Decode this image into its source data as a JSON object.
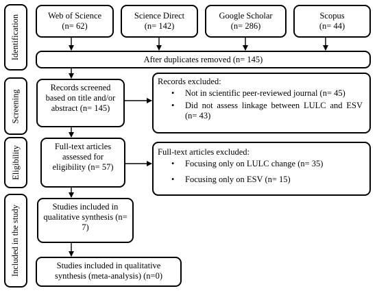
{
  "stages": {
    "identification": "Identification",
    "screening": "Screening",
    "eligibility": "Eligibility",
    "included": "Included in the study"
  },
  "sources": [
    {
      "name": "Web of Science",
      "count": "(n= 62)"
    },
    {
      "name": "Science Direct",
      "count": "(n= 142)"
    },
    {
      "name": "Google Scholar",
      "count": "(n= 286)"
    },
    {
      "name": "Scopus",
      "count": "(n= 44)"
    }
  ],
  "dedup": "After duplicates removed (n= 145)",
  "screened": "Records screened based on title and/or abstract (n= 145)",
  "excluded_records": {
    "title": "Records excluded:",
    "items": [
      "Not in scientific peer-reviewed journal (n= 45)",
      "Did not assess linkage between LULC and ESV (n= 43)"
    ]
  },
  "fulltext": "Full-text articles assessed for eligibility (n= 57)",
  "excluded_fulltext": {
    "title": "Full-text articles excluded:",
    "items": [
      "Focusing only on LULC change (n= 35)",
      "Focusing only on ESV (n= 15)"
    ]
  },
  "qualitative": "Studies included in qualitative synthesis (n= 7)",
  "meta": "Studies included in qualitative synthesis (meta-analysis) (n=0)",
  "bullet_glyph": "•"
}
